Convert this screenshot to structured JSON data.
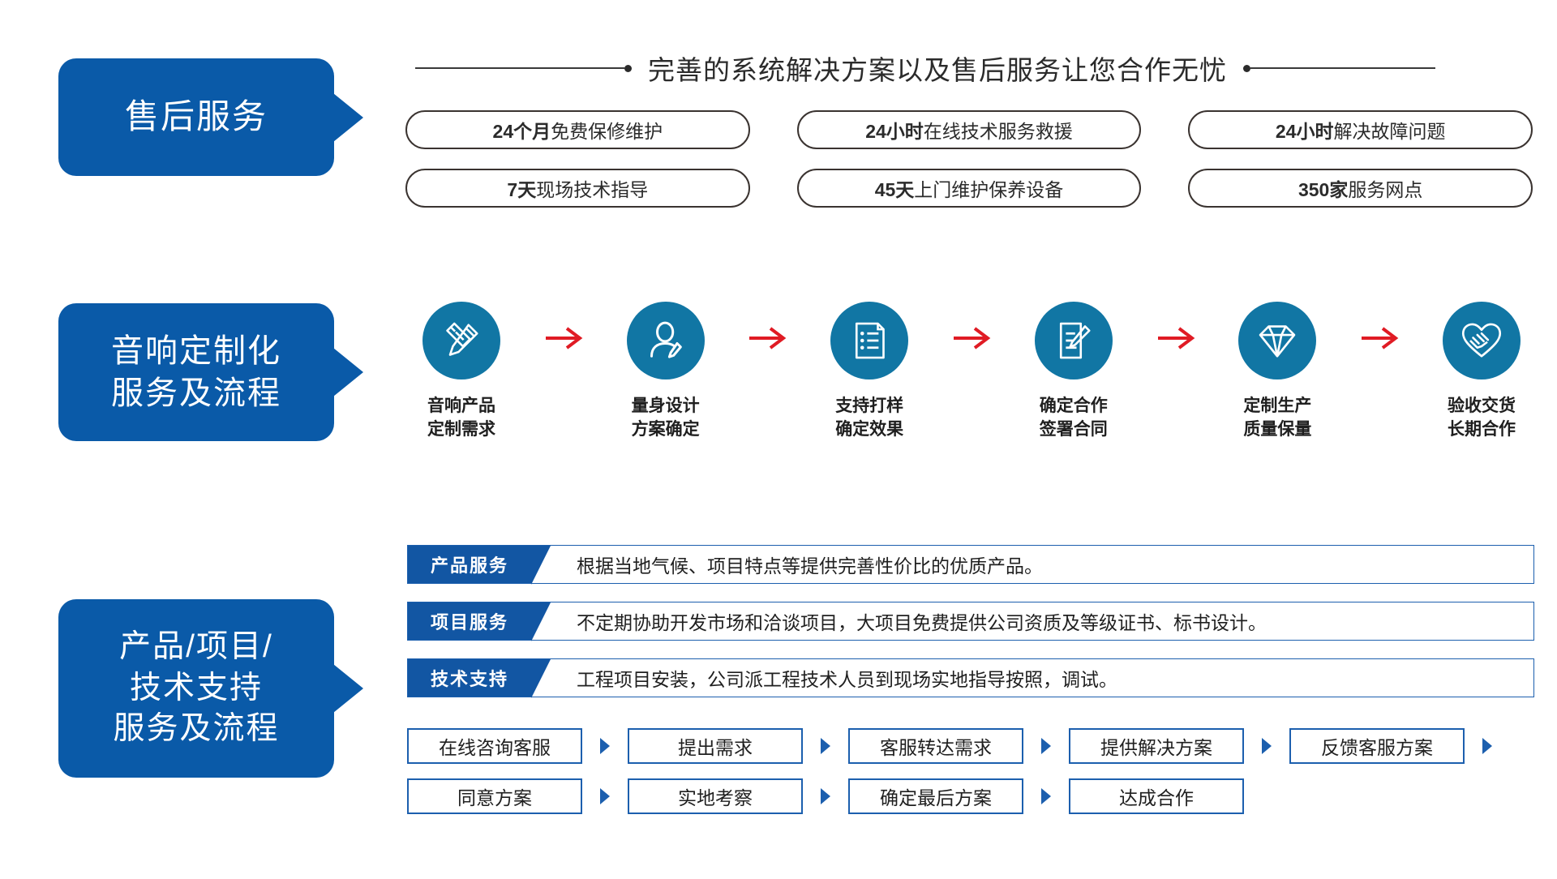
{
  "sections": {
    "aftersales": {
      "panel_label": "售后服务",
      "header_title": "完善的系统解决方案以及售后服务让您合作无忧",
      "pills": [
        {
          "strong": "24个月",
          "rest": "免费保修维护"
        },
        {
          "strong": "24小时",
          "rest": "在线技术服务救援"
        },
        {
          "strong": "24小时",
          "rest": "解决故障问题"
        },
        {
          "strong": "7天",
          "rest": "现场技术指导"
        },
        {
          "strong": "45天",
          "rest": "上门维护保养设备"
        },
        {
          "strong": "350家",
          "rest": "服务网点"
        }
      ]
    },
    "customization": {
      "panel_label": "音响定制化\n服务及流程",
      "steps": [
        {
          "icon": "pencil-ruler-design-icon",
          "label": "音响产品\n定制需求"
        },
        {
          "icon": "person-designer-icon",
          "label": "量身设计\n方案确定"
        },
        {
          "icon": "checklist-document-icon",
          "label": "支持打样\n确定效果"
        },
        {
          "icon": "contract-signing-icon",
          "label": "确定合作\n签署合同"
        },
        {
          "icon": "diamond-quality-icon",
          "label": "定制生产\n质量保量"
        },
        {
          "icon": "handshake-heart-icon",
          "label": "验收交货\n长期合作"
        }
      ],
      "arrow_icon": "red-arrow-right-icon"
    },
    "support": {
      "panel_label": "产品/项目/\n技术支持\n服务及流程",
      "services": [
        {
          "tag": "产品服务",
          "text": "根据当地气候、项目特点等提供完善性价比的优质产品。"
        },
        {
          "tag": "项目服务",
          "text": "不定期协助开发市场和洽谈项目，大项目免费提供公司资质及等级证书、标书设计。"
        },
        {
          "tag": "技术支持",
          "text": "工程项目安装，公司派工程技术人员到现场实地指导按照，调试。"
        }
      ],
      "flow_row_1": [
        "在线咨询客服",
        "提出需求",
        "客服转达需求",
        "提供解决方案",
        "反馈客服方案"
      ],
      "flow_row_1_trailing_caret": true,
      "flow_row_2": [
        "同意方案",
        "实地考察",
        "确定最后方案",
        "达成合作"
      ],
      "caret_icon": "caret-right-icon"
    }
  },
  "colors": {
    "panel_blue": "#0a5aa8",
    "circle_blue": "#1176a4",
    "tag_blue": "#1256a3",
    "box_border_blue": "#1c5fae",
    "arrow_red": "#e01b24",
    "pill_border": "#3a3330",
    "text_dark": "#1f1f1f"
  }
}
